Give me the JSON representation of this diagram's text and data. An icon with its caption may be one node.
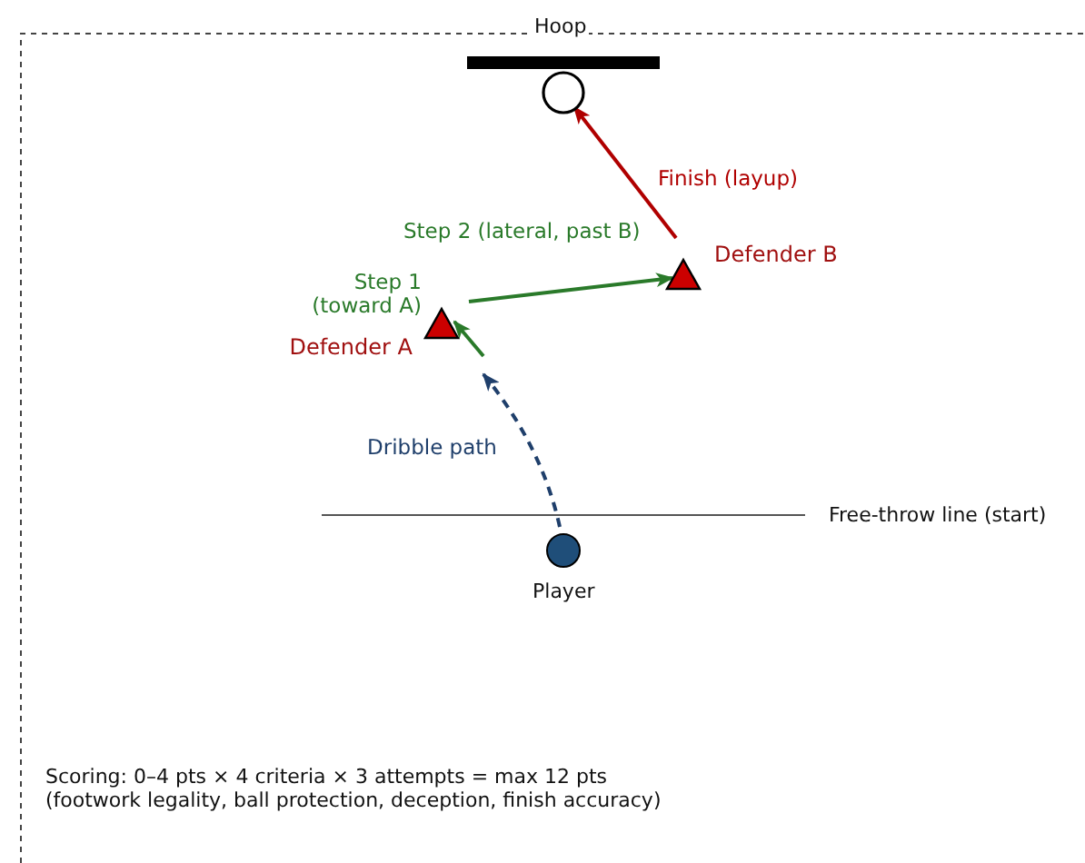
{
  "diagram": {
    "nodes": [
      {
        "text": [
          "Hoop"
        ]
      },
      {
        "text": [],
        "shape": "triangle",
        "beside": [
          "Defender B"
        ]
      },
      {
        "text": [],
        "shape": "triangle",
        "beside": [
          "Defender A"
        ]
      },
      {
        "text": [
          "Player"
        ]
      }
    ],
    "edges": [
      {
        "from": 3,
        "to": 2,
        "arrow": "to",
        "label": "Dribble path",
        "style": "dashed",
        "color": "#1f3f6b"
      },
      {
        "from": null,
        "to": 2,
        "arrow": "to",
        "label": "Step 1 (toward A)",
        "color": "#2a7a2a"
      },
      {
        "from": 2,
        "to": 1,
        "arrow": "to",
        "label": "Step 2 (lateral, past B)",
        "color": "#2a7a2a"
      },
      {
        "from": 1,
        "to": 0,
        "arrow": "to",
        "label": "Finish (layup)",
        "color": "#b00000"
      }
    ],
    "labels": [
      "Free-throw line (start)",
      "Scoring: 0–4 pts × 4 criteria × 3 attempts = max 12 pts",
      "(footwork legality, ball protection, deception, finish accuracy)"
    ]
  }
}
